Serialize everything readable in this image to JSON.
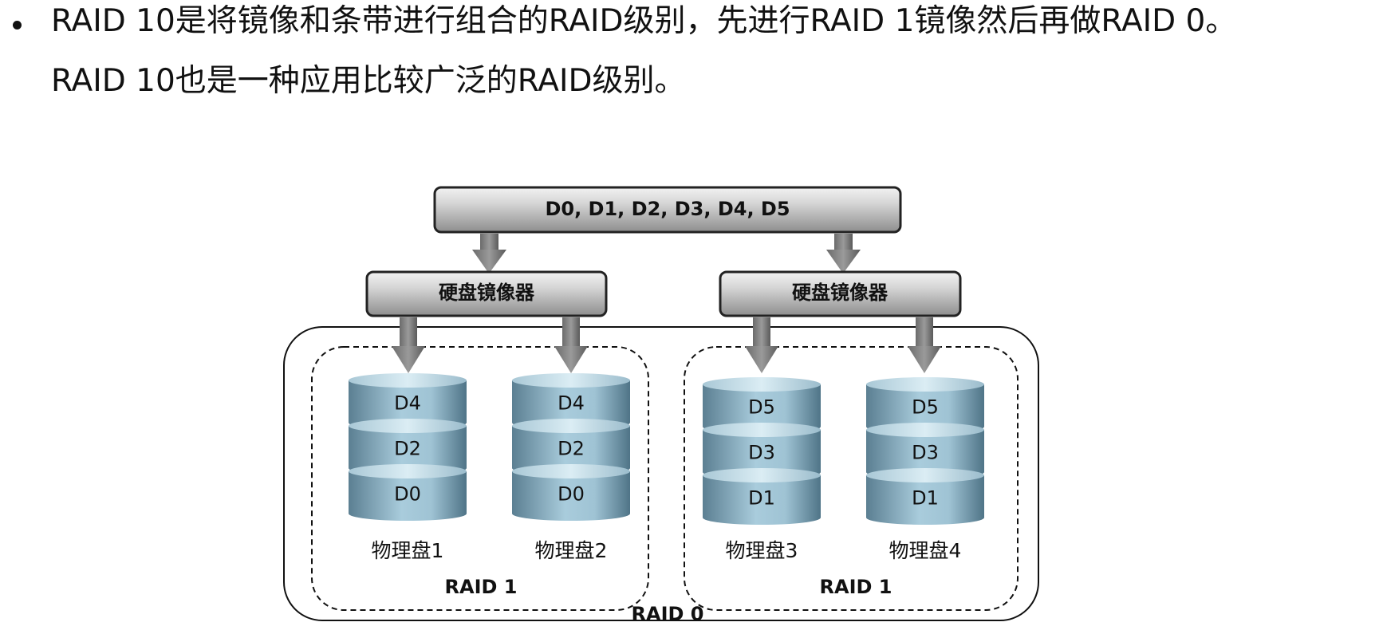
{
  "text": {
    "line1": "RAID 10是将镜像和条带进行组合的RAID级别，先进行RAID 1镜像然后再做RAID 0。",
    "line2": "RAID 10也是一种应用比较广泛的RAID级别。"
  },
  "diagram": {
    "top_box": "D0, D1, D2, D3, D4, D5",
    "mirror_left": "硬盘镜像器",
    "mirror_right": "硬盘镜像器",
    "raid1_left": "RAID 1",
    "raid1_right": "RAID 1",
    "raid0": "RAID 0",
    "disks": [
      {
        "label": "物理盘1",
        "blocks": [
          "D4",
          "D2",
          "D0"
        ]
      },
      {
        "label": "物理盘2",
        "blocks": [
          "D4",
          "D2",
          "D0"
        ]
      },
      {
        "label": "物理盘3",
        "blocks": [
          "D5",
          "D3",
          "D1"
        ]
      },
      {
        "label": "物理盘4",
        "blocks": [
          "D5",
          "D3",
          "D1"
        ]
      }
    ]
  }
}
